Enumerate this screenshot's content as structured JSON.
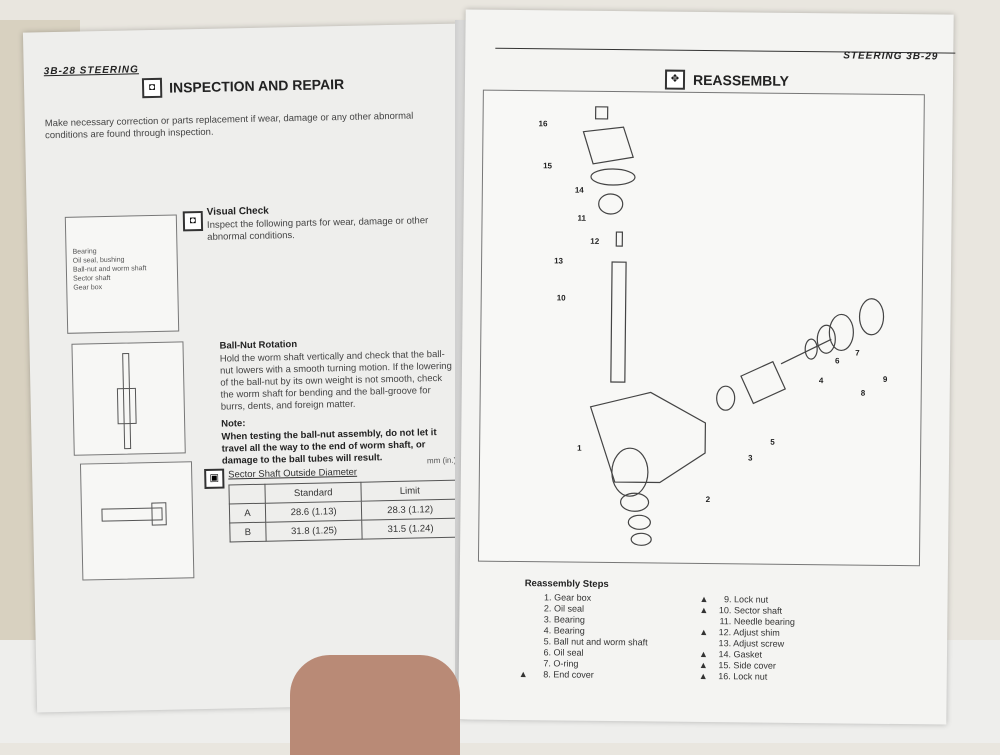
{
  "left_page": {
    "header": "3B-28 STEERING",
    "title": "INSPECTION AND REPAIR",
    "intro": "Make necessary correction or parts replacement if wear, damage or any other abnormal conditions are found through inspection.",
    "visual_check": {
      "title": "Visual Check",
      "text": "Inspect the following parts for wear, damage or other abnormal conditions.",
      "parts": [
        "Bearing",
        "Oil seal, bushing",
        "Ball-nut and worm shaft",
        "Sector shaft",
        "Gear box"
      ]
    },
    "ball_nut": {
      "title": "Ball-Nut Rotation",
      "text": "Hold the worm shaft vertically and check that the ball-nut lowers with a smooth turning motion. If the lowering of the ball-nut by its own weight is not smooth, check the worm shaft for bending and the ball-groove for burrs, dents, and foreign matter.",
      "note_label": "Note:",
      "note": "When testing the ball-nut assembly, do not let it travel all the way to the end of worm shaft, or damage to the ball tubes will result."
    },
    "table": {
      "title": "Sector Shaft Outside Diameter",
      "unit": "mm (in.)",
      "headers": [
        "",
        "Standard",
        "Limit"
      ],
      "rows": [
        [
          "A",
          "28.6 (1.13)",
          "28.3 (1.12)"
        ],
        [
          "B",
          "31.8 (1.25)",
          "31.5 (1.24)"
        ]
      ]
    }
  },
  "right_page": {
    "header": "STEERING 3B-29",
    "title": "REASSEMBLY",
    "callouts": [
      "16",
      "15",
      "14",
      "11",
      "12",
      "13",
      "10",
      "1",
      "2",
      "3",
      "5",
      "4",
      "6",
      "7",
      "8",
      "9"
    ],
    "steps_title": "Reassembly Steps",
    "steps_left": [
      [
        "",
        "1.",
        "Gear box"
      ],
      [
        "",
        "2.",
        "Oil seal"
      ],
      [
        "",
        "3.",
        "Bearing"
      ],
      [
        "",
        "4.",
        "Bearing"
      ],
      [
        "",
        "5.",
        "Ball nut and worm shaft"
      ],
      [
        "",
        "6.",
        "Oil seal"
      ],
      [
        "",
        "7.",
        "O-ring"
      ],
      [
        "▲",
        "8.",
        "End cover"
      ]
    ],
    "steps_right": [
      [
        "▲",
        "9.",
        "Lock nut"
      ],
      [
        "▲",
        "10.",
        "Sector shaft"
      ],
      [
        "",
        "11.",
        "Needle bearing"
      ],
      [
        "▲",
        "12.",
        "Adjust shim"
      ],
      [
        "",
        "13.",
        "Adjust screw"
      ],
      [
        "▲",
        "14.",
        "Gasket"
      ],
      [
        "▲",
        "15.",
        "Side cover"
      ],
      [
        "▲",
        "16.",
        "Lock nut"
      ]
    ]
  }
}
